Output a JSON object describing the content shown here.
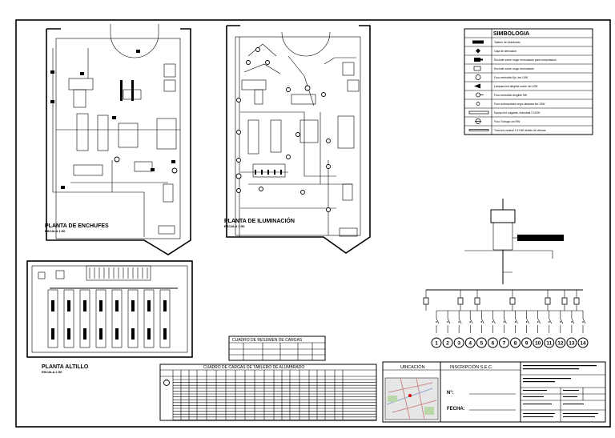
{
  "plans": {
    "enchufes": {
      "title": "PLANTA DE ENCHUFES",
      "scale": "ESCALA 1:50"
    },
    "iluminacion": {
      "title": "PLANTA DE ILUMINACIÓN",
      "scale": "ESCALA 1:50"
    },
    "altillo": {
      "title": "PLANTA ALTILLO",
      "scale": "ESCALA 1:50"
    }
  },
  "simbologia": {
    "title": "SIMBOLOGIA",
    "items": [
      {
        "icon": "tablero-icon",
        "label": "Tablero de Alumbrado"
      },
      {
        "icon": "caja-derivacion-icon",
        "label": "Caja de derivación"
      },
      {
        "icon": "enchufe-computacion-icon",
        "label": "Enchufe sobre mugo hermosiado para computacion"
      },
      {
        "icon": "enchufe-icon",
        "label": "Enchufe sobre mugo hermosiado"
      },
      {
        "icon": "foco-embutido-icon",
        "label": "Foco embutido fijo. led 10W"
      },
      {
        "icon": "lampara-dirigible-icon",
        "label": "Lámpara led dirigible sobre riel 12W"
      },
      {
        "icon": "foco-dirigible-icon",
        "label": "Foco embutido dirigible 9W"
      },
      {
        "icon": "foco-sobrepuesto-icon",
        "label": "Foco sobrepuesto negro lámpara led 10W"
      },
      {
        "icon": "equipo-fluorescente-icon",
        "label": "Equipo led colgante, industrial 2 UGW"
      },
      {
        "icon": "foco-tortuga-icon",
        "label": "Foco Tortuga Led 9W"
      },
      {
        "icon": "tubo-led-icon",
        "label": "Tubo led vertical 1.5 HW debido de vitrinas"
      }
    ]
  },
  "cuadro_resumen": {
    "title": "CUADRO DE RESUMEN DE CARGAS"
  },
  "cuadro_cargas": {
    "title": "CUADRO DE CARGAS DE TABLERO DE ALUMBRADO"
  },
  "ubicacion": {
    "title": "UBICACIÓN"
  },
  "inscripcion": {
    "title": "INSCRIPCIÓN S.E.C.",
    "n_label": "N°:",
    "fecha_label": "FECHA:"
  },
  "circuits": [
    "1",
    "2",
    "3",
    "4",
    "5",
    "6",
    "7",
    "8",
    "9",
    "10",
    "11",
    "12",
    "13",
    "14"
  ]
}
